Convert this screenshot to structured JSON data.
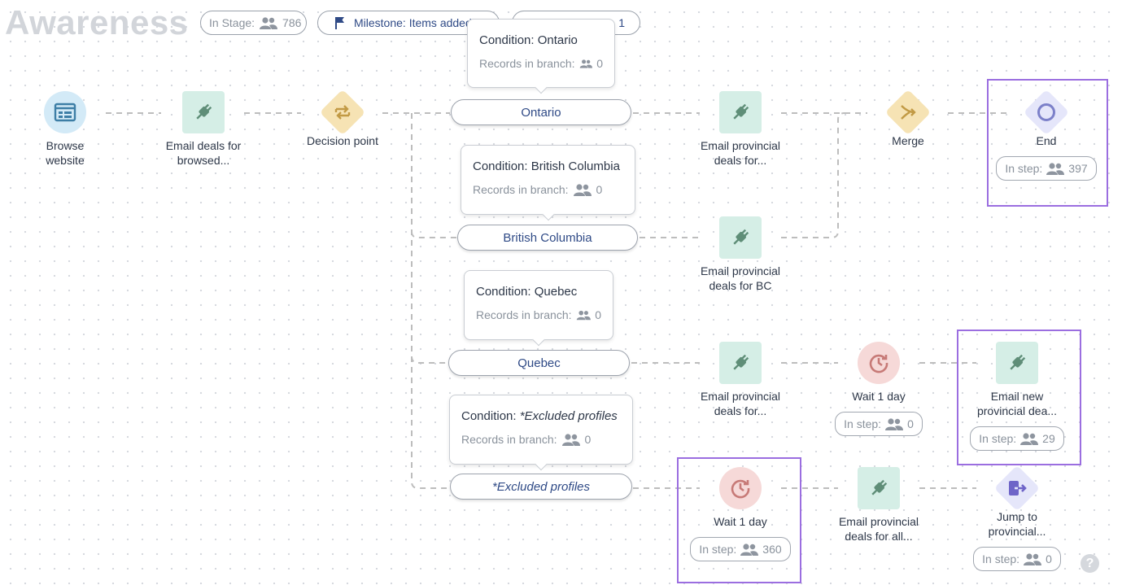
{
  "stage": {
    "title": "Awareness"
  },
  "header_chips": {
    "in_stage_label": "In Stage:",
    "in_stage_count": "786",
    "milestone": "Milestone: Items added",
    "goal_count": "1"
  },
  "nodes": {
    "browse": {
      "label_1": "Browse",
      "label_2": "website"
    },
    "email_browsed": {
      "label_1": "Email deals for",
      "label_2": "browsed..."
    },
    "decision": {
      "label_1": "Decision point"
    },
    "email_ontario": {
      "label_1": "Email provincial",
      "label_2": "deals for..."
    },
    "merge": {
      "label_1": "Merge"
    },
    "end": {
      "label_1": "End",
      "pill_label": "In step:",
      "pill_count": "397"
    },
    "email_bc": {
      "label_1": "Email provincial",
      "label_2": "deals for BC"
    },
    "email_quebec": {
      "label_1": "Email provincial",
      "label_2": "deals for..."
    },
    "wait_quebec": {
      "label_1": "Wait 1 day",
      "pill_label": "In step:",
      "pill_count": "0"
    },
    "email_new": {
      "label_1": "Email new",
      "label_2": "provincial dea...",
      "pill_label": "In step:",
      "pill_count": "29"
    },
    "wait_excluded": {
      "label_1": "Wait 1 day",
      "pill_label": "In step:",
      "pill_count": "360"
    },
    "email_all": {
      "label_1": "Email provincial",
      "label_2": "deals for all..."
    },
    "jump": {
      "label_1": "Jump to",
      "label_2": "provincial...",
      "pill_label": "In step:",
      "pill_count": "0"
    }
  },
  "branches": {
    "ontario": {
      "label": "Ontario",
      "condition": "Condition: Ontario",
      "records_label": "Records in branch:",
      "records": "0"
    },
    "bc": {
      "label": "British Columbia",
      "condition": "Condition: British Columbia",
      "records_label": "Records in branch:",
      "records": "0"
    },
    "quebec": {
      "label": "Quebec",
      "condition": "Condition: Quebec",
      "records_label": "Records in branch:",
      "records": "0"
    },
    "excluded": {
      "label": "*Excluded profiles",
      "condition_prefix": "Condition: ",
      "condition_italic": "*Excluded profiles",
      "records_label": "Records in branch:",
      "records": "0"
    }
  },
  "help": {
    "glyph": "?"
  },
  "colors": {
    "email_icon_bg": "#d5eee6",
    "email_icon_fg": "#5f8e78",
    "decision_bg": "#f6e3b4",
    "decision_fg": "#c29a45",
    "browse_bg": "#d3eaf7",
    "browse_fg": "#3d7ea6",
    "wait_bg": "#f6d9d8",
    "wait_fg": "#c77a77",
    "end_bg": "#e5e6fa",
    "end_fg": "#7c80c9",
    "jump_bg": "#e5e6fa",
    "jump_fg": "#6e64c8",
    "highlight": "#9b6ee0"
  }
}
